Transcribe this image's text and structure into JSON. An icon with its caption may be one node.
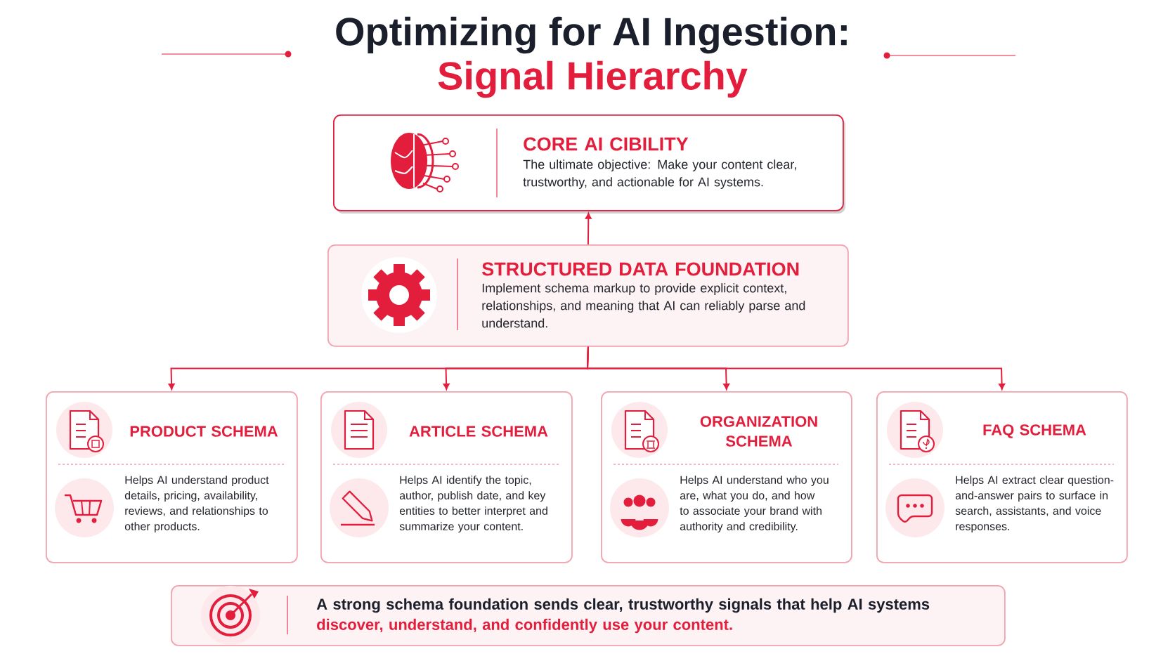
{
  "diagram": {
    "title": "Optimizing for AI Ingestion:",
    "labels": [
      "Signal Hierarchy"
    ],
    "nodes": [
      {
        "text": [
          "CORE AI CIBILITY",
          "The ultimate objective: Make your content clear, trustworthy, and actionable for AI systems."
        ]
      },
      {
        "text": [
          "STRUCTURED DATA FOUNDATION",
          "Implement schema markup to provide explicit context, relationships, and meaning that AI can reliably parse and understand."
        ]
      },
      {
        "text": [
          "PRODUCT SCHEMA",
          "Helps AI understand product details, pricing, availability, reviews, and relationships to other products."
        ]
      },
      {
        "text": [
          "ARTICLE SCHEMA",
          "Helps AI identify the topic, author, publish date, and key entities to better interpret and summarize your content."
        ]
      },
      {
        "text": [
          "ORGANIZATION SCHEMA",
          "Helps AI understand who you are, what you do, and how to associate your brand with authority and credibility."
        ]
      },
      {
        "text": [
          "FAQ SCHEMA",
          "Helps AI extract clear question-and-answer pairs to surface in search, assistants, and voice responses."
        ]
      },
      {
        "text": [
          "A strong schema foundation sends clear, trustworthy signals that help AI systems",
          "discover, understand, and confidently use your content."
        ]
      }
    ],
    "edges": [
      {
        "from": 1,
        "to": 0,
        "arrow": "to"
      },
      {
        "from": 1,
        "to": 2,
        "arrow": "to"
      },
      {
        "from": 1,
        "to": 3,
        "arrow": "to"
      },
      {
        "from": 1,
        "to": 4,
        "arrow": "to"
      },
      {
        "from": 1,
        "to": 5,
        "arrow": "to"
      }
    ]
  }
}
